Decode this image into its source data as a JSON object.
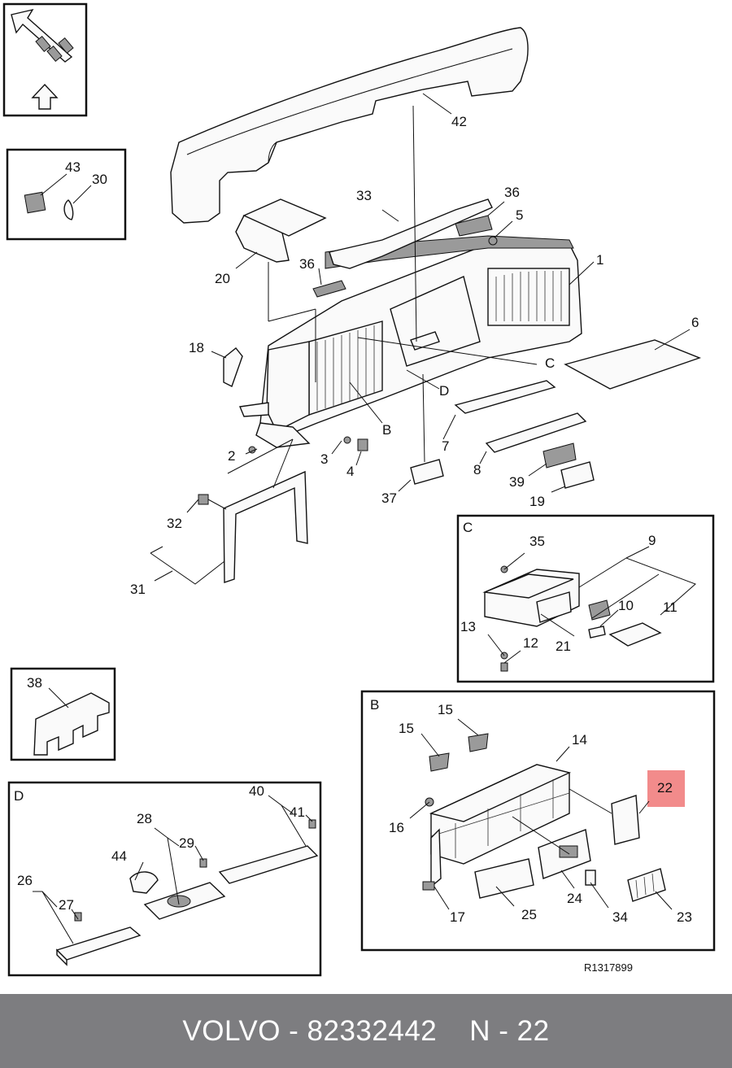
{
  "diagram": {
    "reference_code": "R1317899",
    "highlight_color": "#f28b8b",
    "highlighted_part": "22",
    "inset_labels": [
      "C",
      "B",
      "D"
    ],
    "callouts": {
      "p1": "1",
      "p2": "2",
      "p3": "3",
      "p4": "4",
      "p5": "5",
      "p6": "6",
      "p7": "7",
      "p8": "8",
      "p9": "9",
      "p10": "10",
      "p11": "11",
      "p12": "12",
      "p13": "13",
      "p14": "14",
      "p15a": "15",
      "p15b": "15",
      "p16": "16",
      "p17": "17",
      "p18": "18",
      "p19": "19",
      "p20": "20",
      "p21": "21",
      "p22": "22",
      "p23": "23",
      "p24": "24",
      "p25": "25",
      "p26": "26",
      "p27": "27",
      "p28": "28",
      "p29": "29",
      "p30": "30",
      "p31": "31",
      "p32": "32",
      "p33": "33",
      "p34": "34",
      "p35": "35",
      "p36a": "36",
      "p36b": "36",
      "p37": "37",
      "p38": "38",
      "p39": "39",
      "p40": "40",
      "p41": "41",
      "p42": "42",
      "p43": "43",
      "p44": "44",
      "pB": "B",
      "pC": "C",
      "pD": "D"
    }
  },
  "footer": {
    "brand_part": "VOLVO - 82332442",
    "position": "N - 22",
    "background": "#7d7d80"
  }
}
